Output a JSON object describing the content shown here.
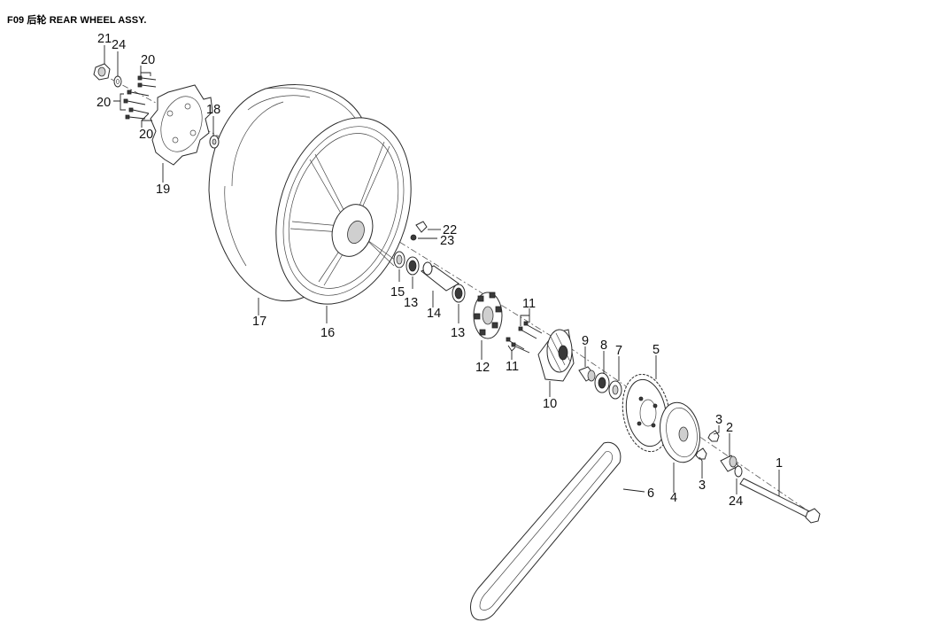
{
  "title": "F09 后轮 REAR WHEEL ASSY.",
  "callouts": [
    {
      "id": "c21",
      "label": "21"
    },
    {
      "id": "c24a",
      "label": "24"
    },
    {
      "id": "c20a",
      "label": "20"
    },
    {
      "id": "c20b",
      "label": "20"
    },
    {
      "id": "c20c",
      "label": "20"
    },
    {
      "id": "c18",
      "label": "18"
    },
    {
      "id": "c19",
      "label": "19"
    },
    {
      "id": "c22",
      "label": "22"
    },
    {
      "id": "c23",
      "label": "23"
    },
    {
      "id": "c15",
      "label": "15"
    },
    {
      "id": "c13a",
      "label": "13"
    },
    {
      "id": "c14",
      "label": "14"
    },
    {
      "id": "c13b",
      "label": "13"
    },
    {
      "id": "c17",
      "label": "17"
    },
    {
      "id": "c16",
      "label": "16"
    },
    {
      "id": "c11a",
      "label": "11"
    },
    {
      "id": "c11b",
      "label": "11"
    },
    {
      "id": "c12",
      "label": "12"
    },
    {
      "id": "c9",
      "label": "9"
    },
    {
      "id": "c8",
      "label": "8"
    },
    {
      "id": "c7",
      "label": "7"
    },
    {
      "id": "c5",
      "label": "5"
    },
    {
      "id": "c10",
      "label": "10"
    },
    {
      "id": "c3a",
      "label": "3"
    },
    {
      "id": "c2",
      "label": "2"
    },
    {
      "id": "c1",
      "label": "1"
    },
    {
      "id": "c3b",
      "label": "3"
    },
    {
      "id": "c24b",
      "label": "24"
    },
    {
      "id": "c4",
      "label": "4"
    },
    {
      "id": "c6",
      "label": "6"
    }
  ]
}
